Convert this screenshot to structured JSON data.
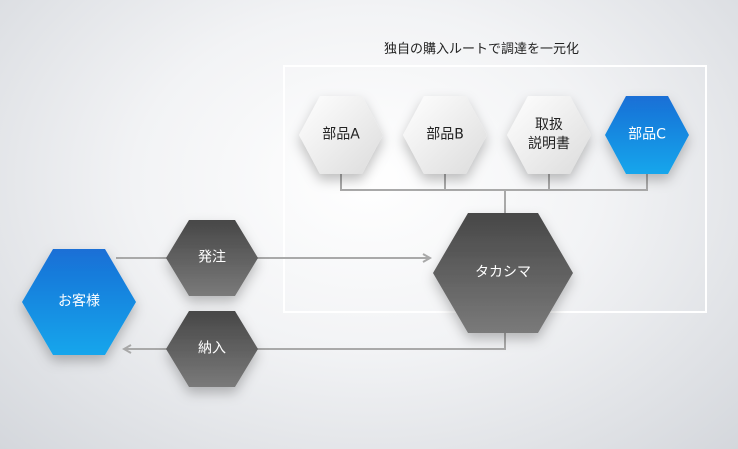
{
  "diagram": {
    "group_title": "独自の購入ルートで調達を一元化",
    "parts": [
      {
        "id": "parts-a",
        "label": "部品A",
        "style": "light"
      },
      {
        "id": "parts-b",
        "label": "部品B",
        "style": "light"
      },
      {
        "id": "manual",
        "label_line1": "取扱",
        "label_line2": "説明書",
        "style": "light"
      },
      {
        "id": "parts-c",
        "label": "部品C",
        "style": "blue"
      }
    ],
    "hub": {
      "label": "タカシマ",
      "style": "dark"
    },
    "customer": {
      "label": "お客様",
      "style": "blue"
    },
    "order": {
      "label": "発注",
      "style": "dark"
    },
    "delivery": {
      "label": "納入",
      "style": "dark"
    }
  },
  "colors": {
    "blue_top": "#1a6fd6",
    "blue_bottom": "#15a6ec",
    "dark_top": "#4a4a4a",
    "dark_bottom": "#757575",
    "light_top": "#ffffff",
    "light_bottom": "#e0e0e0",
    "line": "#a9a9a9",
    "border": "#ffffff"
  }
}
